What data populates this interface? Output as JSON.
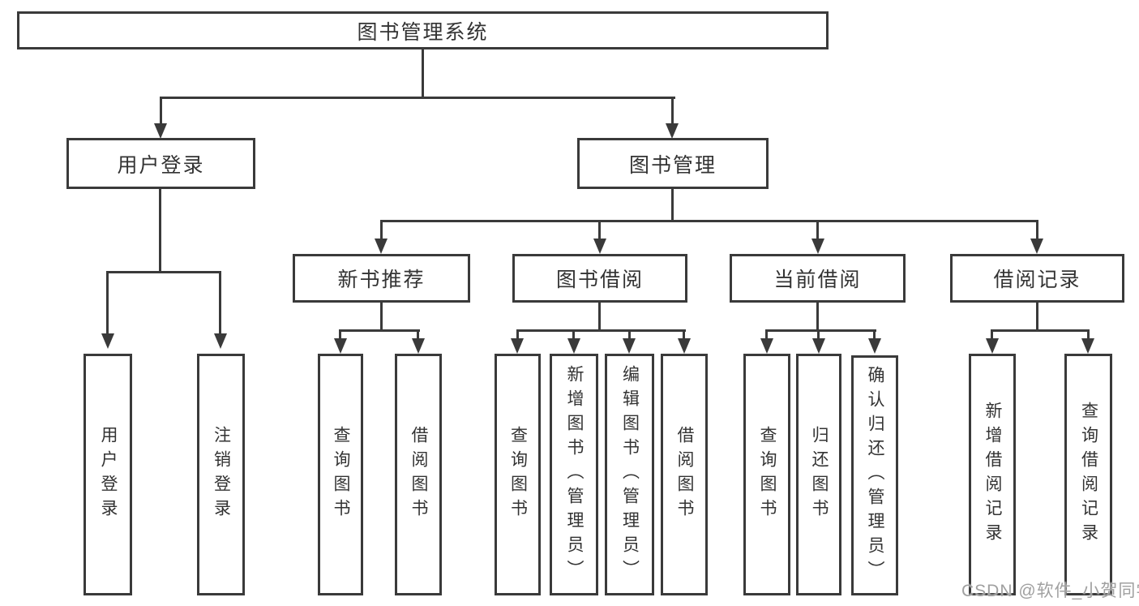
{
  "diagram": {
    "title": "图书管理系统",
    "level2": {
      "user_login": {
        "label": "用户登录",
        "children": [
          "用户登录",
          "注销登录"
        ]
      },
      "book_mgmt": {
        "label": "图书管理",
        "children": {
          "new_books": {
            "label": "新书推荐",
            "children": [
              "查询图书",
              "借阅图书"
            ]
          },
          "borrow": {
            "label": "图书借阅",
            "children": [
              "查询图书",
              "新增图书（管理员）",
              "编辑图书（管理员）",
              "借阅图书"
            ]
          },
          "current": {
            "label": "当前借阅",
            "children": [
              "查询图书",
              "归还图书",
              "确认归还（管理员）"
            ]
          },
          "records": {
            "label": "借阅记录",
            "children": [
              "新增借阅记录",
              "查询借阅记录"
            ]
          }
        }
      }
    }
  },
  "watermark": {
    "text": "CSDN @软件_小贺同学"
  },
  "colors": {
    "line": "#3a3a3a",
    "text": "#333333",
    "watermark_text": "#a0a0a0",
    "background": "#ffffff"
  }
}
